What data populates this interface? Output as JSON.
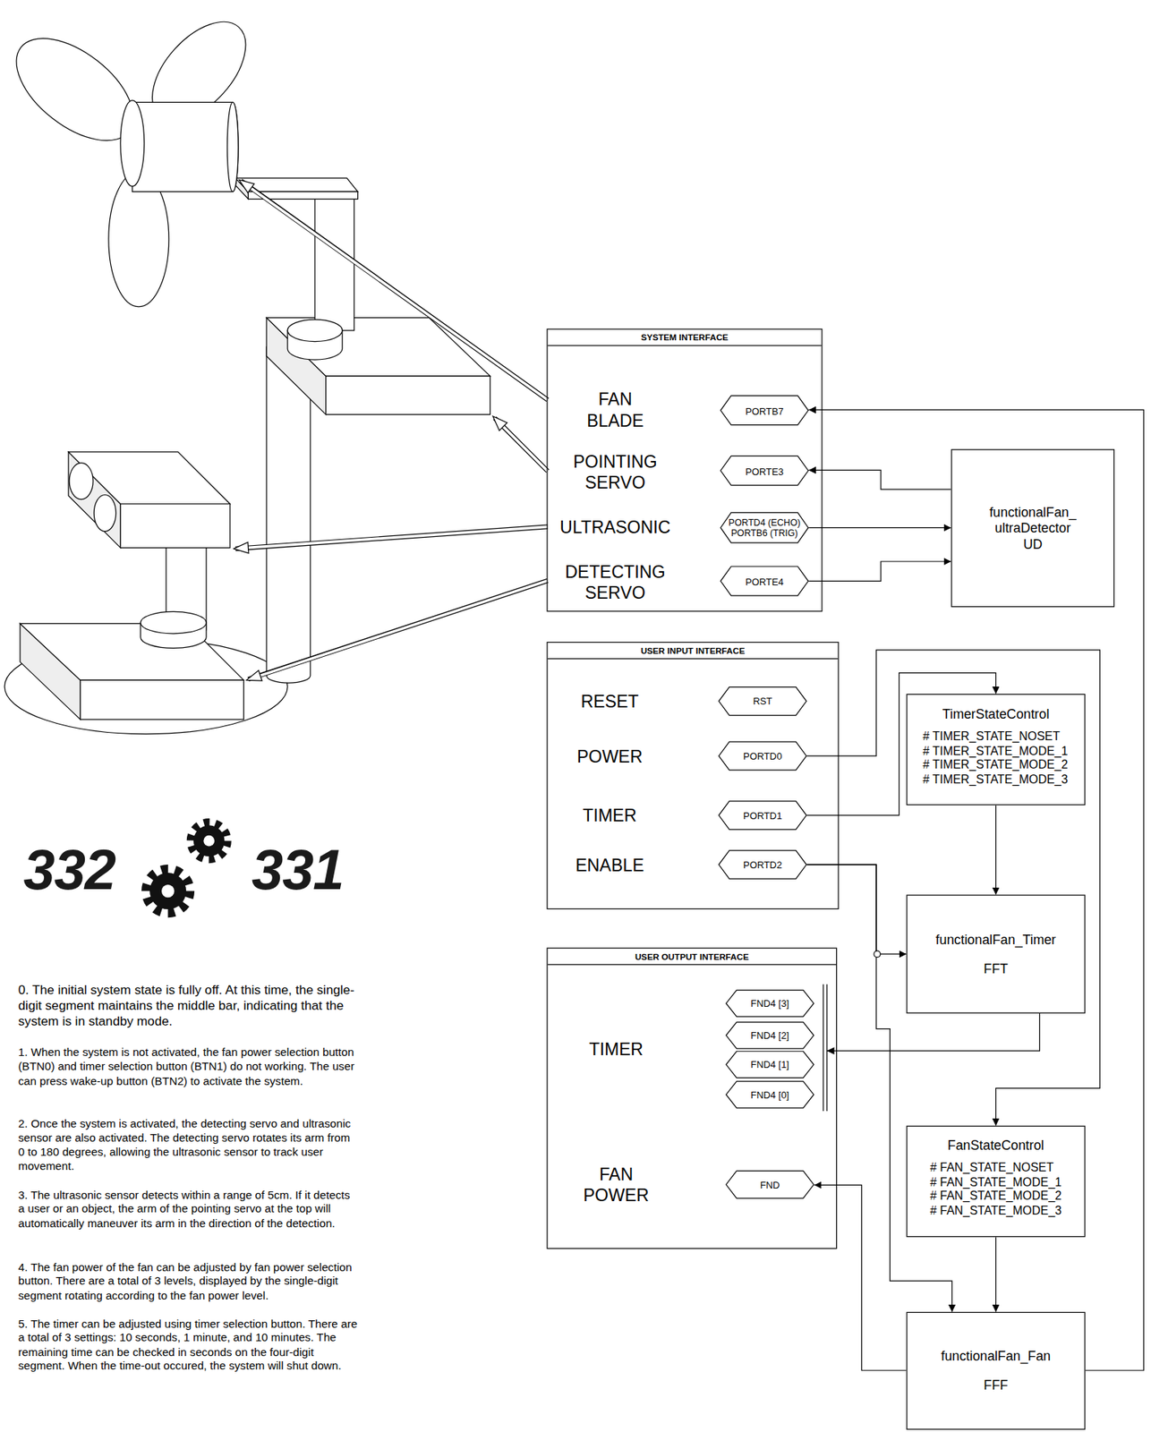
{
  "diagram": {
    "nodes": [
      {
        "text": [
          "SYSTEM INTERFACE"
        ]
      },
      {
        "text": [
          "PORTB7"
        ],
        "in": 0
      },
      {
        "text": [
          "PORTE3"
        ],
        "in": 0
      },
      {
        "text": [
          "PORTD4 (ECHO) PORTB6 (TRIG)"
        ],
        "in": 0
      },
      {
        "text": [
          "PORTE4"
        ],
        "in": 0
      },
      {
        "text": [
          "functionalFan_ ultraDetector",
          "UD"
        ]
      },
      {
        "text": [
          "USER INPUT INTERFACE"
        ]
      },
      {
        "text": [
          "RST"
        ],
        "in": 6
      },
      {
        "text": [
          "PORTD0"
        ],
        "in": 6
      },
      {
        "text": [
          "PORTD1"
        ],
        "in": 6
      },
      {
        "text": [
          "PORTD2"
        ],
        "in": 6
      },
      {
        "text": [
          "TimerStateControl",
          "# TIMER_STATE_NOSET",
          "# TIMER_STATE_MODE_1",
          "# TIMER_STATE_MODE_2",
          "# TIMER_STATE_MODE_3"
        ]
      },
      {
        "text": [
          "functionalFan_Timer",
          "FFT"
        ]
      },
      {
        "text": [
          "USER OUTPUT INTERFACE"
        ]
      },
      {
        "text": [
          "FND4 [3]"
        ],
        "in": 13
      },
      {
        "text": [
          "FND4 [2]"
        ],
        "in": 13
      },
      {
        "text": [
          "FND4 [1]"
        ],
        "in": 13
      },
      {
        "text": [
          "FND4 [0]"
        ],
        "in": 13
      },
      {
        "text": [
          "FND"
        ],
        "in": 13
      },
      {
        "text": [
          "FanStateControl",
          "# FAN_STATE_NOSET",
          "# FAN_STATE_MODE_1",
          "# FAN_STATE_MODE_2",
          "# FAN_STATE_MODE_3"
        ]
      },
      {
        "text": [
          "functionalFan_Fan",
          "FFF"
        ]
      }
    ],
    "edges": [
      {
        "from": 5,
        "to": 2,
        "arrow": "to"
      },
      {
        "from": 3,
        "to": 5,
        "arrow": "to"
      },
      {
        "from": 4,
        "to": 5,
        "arrow": "to"
      },
      {
        "from": 8,
        "to": 19,
        "arrow": "to"
      },
      {
        "from": 9,
        "to": 11,
        "arrow": "to"
      },
      {
        "from": 10,
        "to": 12,
        "arrow": "to"
      },
      {
        "from": 10,
        "to": 20,
        "arrow": "to"
      },
      {
        "from": 11,
        "to": 12,
        "arrow": "to"
      },
      {
        "from": 12,
        "to": 13,
        "arrow": "to"
      },
      {
        "from": 19,
        "to": 20,
        "arrow": "to"
      },
      {
        "from": 20,
        "to": 18,
        "arrow": "to"
      },
      {
        "from": 20,
        "to": 1,
        "arrow": "to"
      }
    ],
    "labels": [
      "FAN BLADE",
      "POINTING SERVO",
      "ULTRASONIC",
      "DETECTING SERVO",
      "RESET",
      "POWER",
      "TIMER",
      "ENABLE",
      "332",
      "331",
      "TIMER",
      "FAN POWER",
      "0. The initial system state is fully off. At this time, the single-digit segment maintains the middle bar, indicating that the system is in standby mode.",
      "1. When the system is not activated, the fan power selection button (BTN0) and timer selection button (BTN1) do not working. The user can press wake-up button (BTN2) to activate the system.",
      "2. Once the system is activated, the detecting servo and ultrasonic sensor are also activated. The detecting servo rotates its arm from 0 to 180 degrees, allowing the ultrasonic sensor to track user movement.",
      "3. The ultrasonic sensor detects within a range of 5cm. If it detects a user or an object, the arm of the pointing servo at the top will automatically maneuver its arm in the direction of the detection.",
      "4. The fan power of the fan can be adjusted by fan power selection button. There are a total of 3 levels, displayed by the single-digit segment rotating according to the fan power level.",
      "5. The timer can be adjusted using timer selection button. There are a total of 3 settings: 10 seconds, 1 minute, and 10 minutes. The remaining time can be checked in seconds on the four-digit segment. When the time-out occured, the system will shut down."
    ]
  }
}
